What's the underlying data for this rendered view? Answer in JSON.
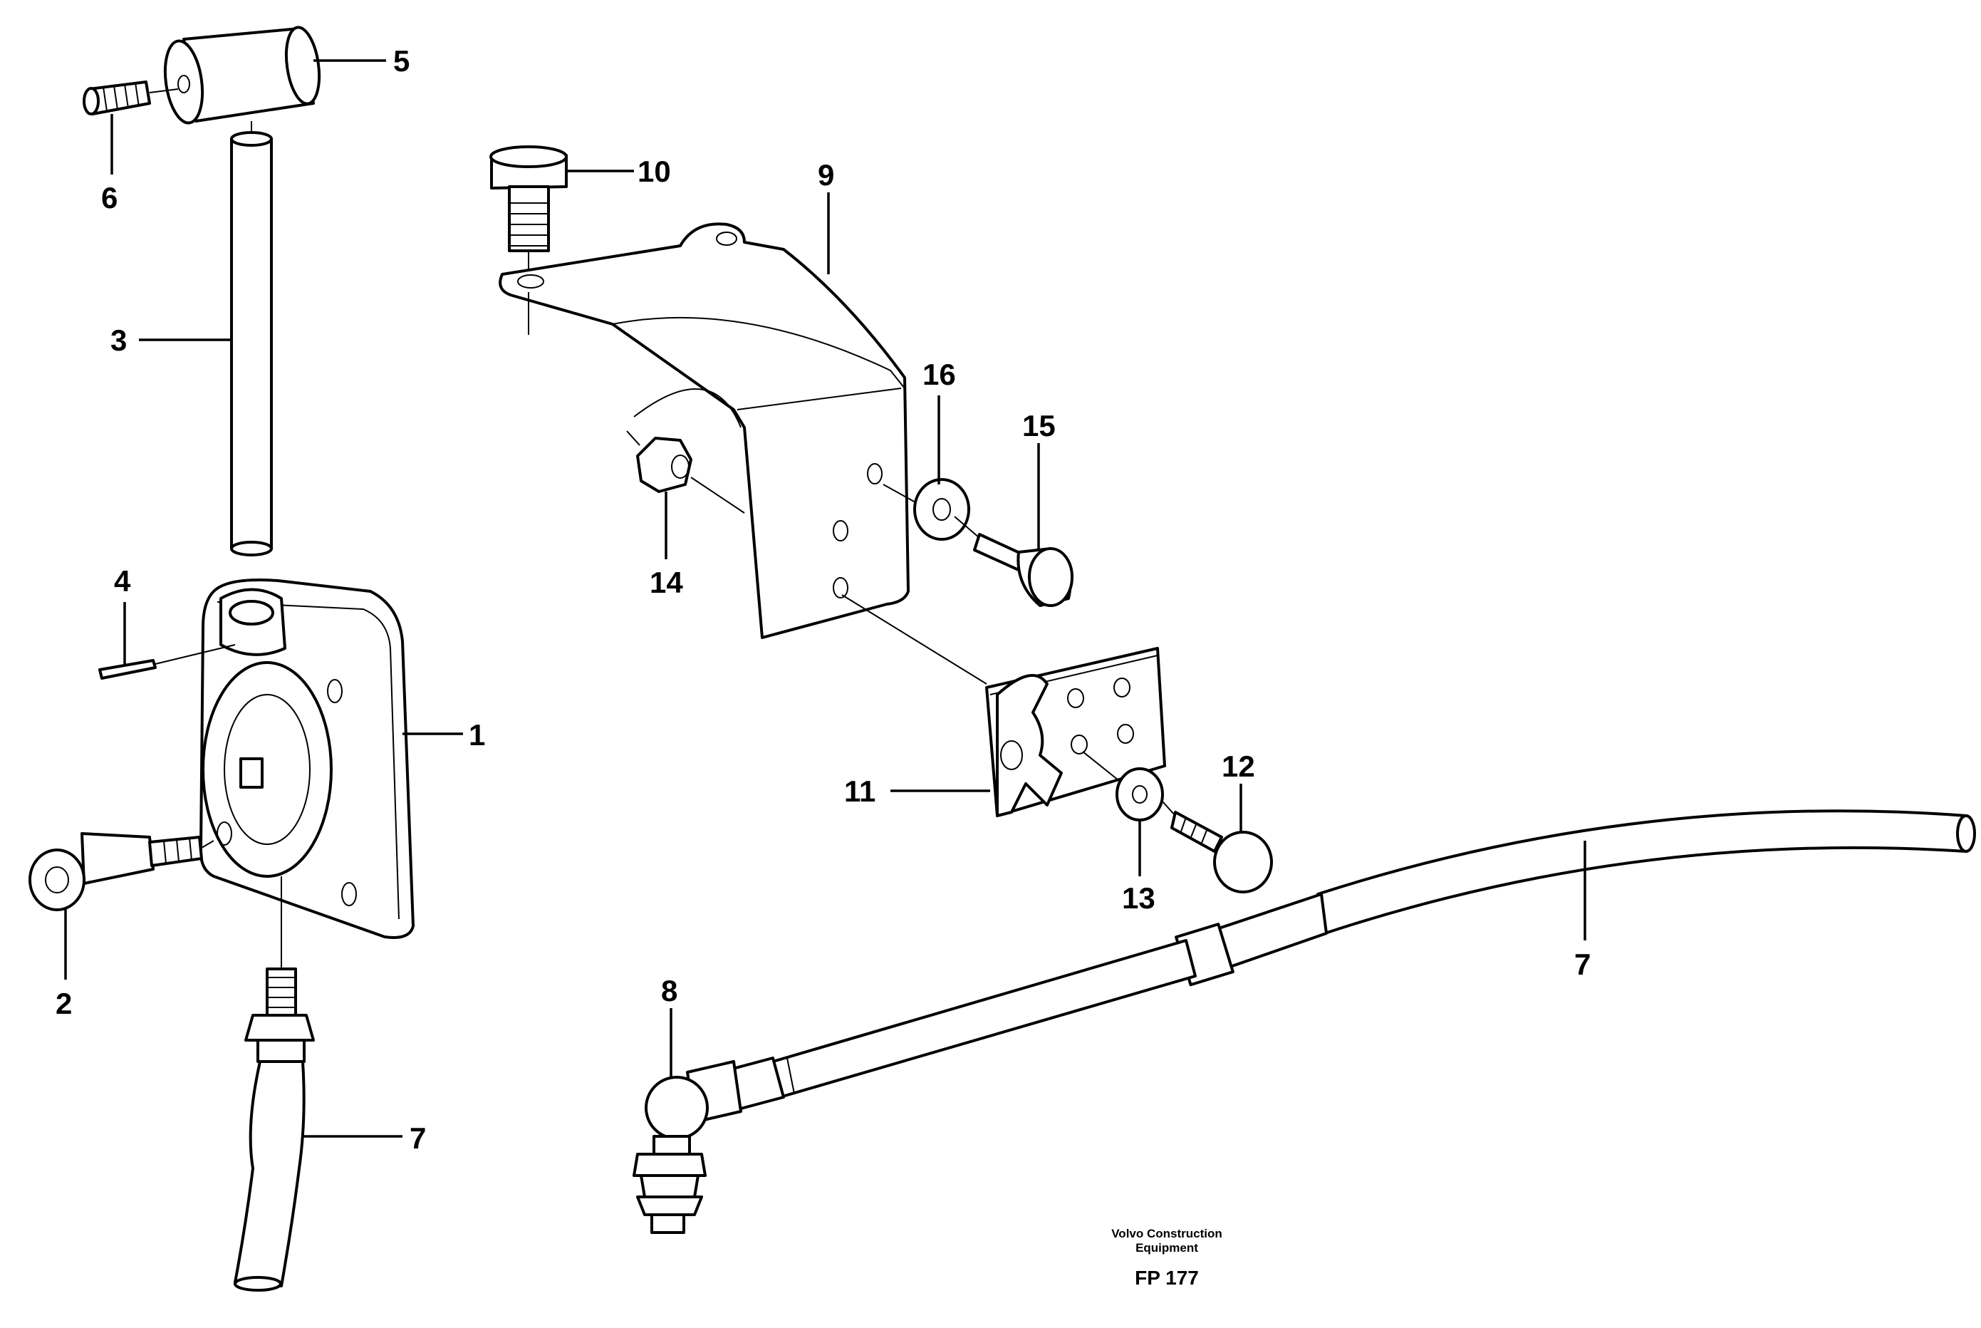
{
  "callouts": {
    "c1": "1",
    "c2": "2",
    "c3": "3",
    "c4": "4",
    "c5": "5",
    "c6": "6",
    "c7a": "7",
    "c7b": "7",
    "c8": "8",
    "c9": "9",
    "c10": "10",
    "c11": "11",
    "c12": "12",
    "c13": "13",
    "c14": "14",
    "c15": "15",
    "c16": "16"
  },
  "caption": {
    "line1": "Volvo Construction",
    "line2": "Equipment",
    "code": "FP 177"
  }
}
